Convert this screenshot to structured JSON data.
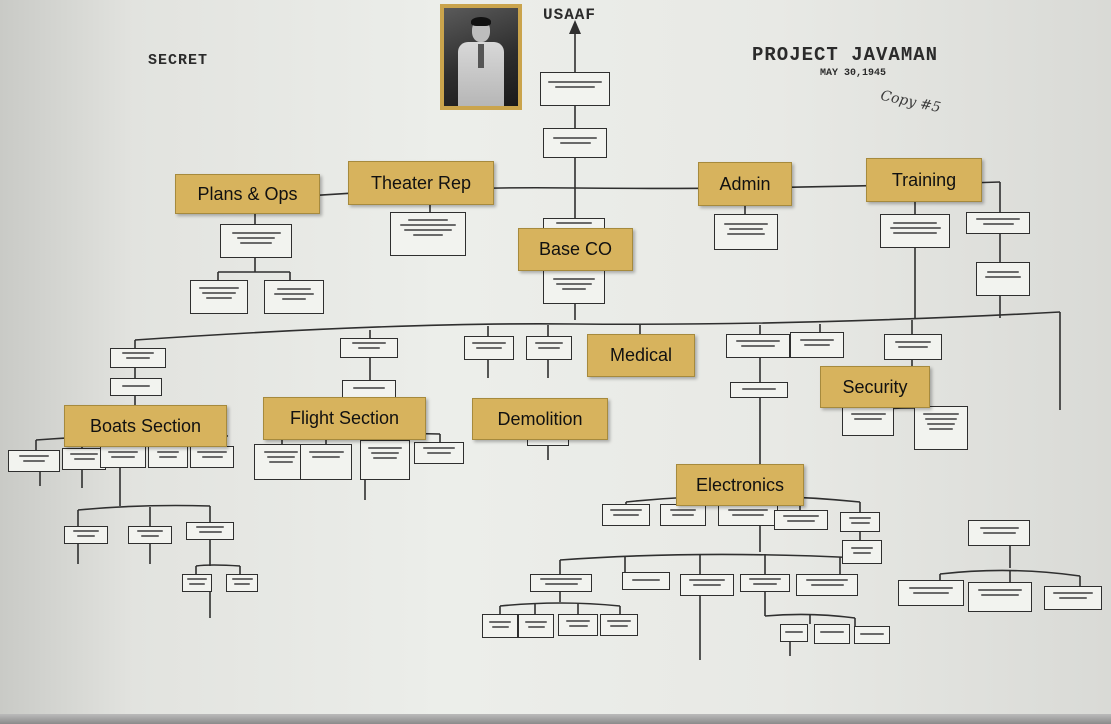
{
  "document": {
    "classification": "SECRET",
    "top_authority": "USAAF",
    "project_title": "PROJECT JAVAMAN",
    "date": "MAY 30,1945",
    "copy_note": "Copy #5"
  },
  "portrait": {
    "description_icon": "portrait-photo"
  },
  "colors": {
    "label_fill": "#d7b35d",
    "label_border": "#a68a3d",
    "line": "#2f2f2f",
    "paper": "#eceeea"
  },
  "labels": {
    "plans_ops": "Plans & Ops",
    "theater_rep": "Theater Rep",
    "admin": "Admin",
    "training": "Training",
    "base_co": "Base CO",
    "medical": "Medical",
    "security": "Security",
    "boats_section": "Boats Section",
    "flight_section": "Flight Section",
    "demolition": "Demolition",
    "electronics": "Electronics"
  }
}
